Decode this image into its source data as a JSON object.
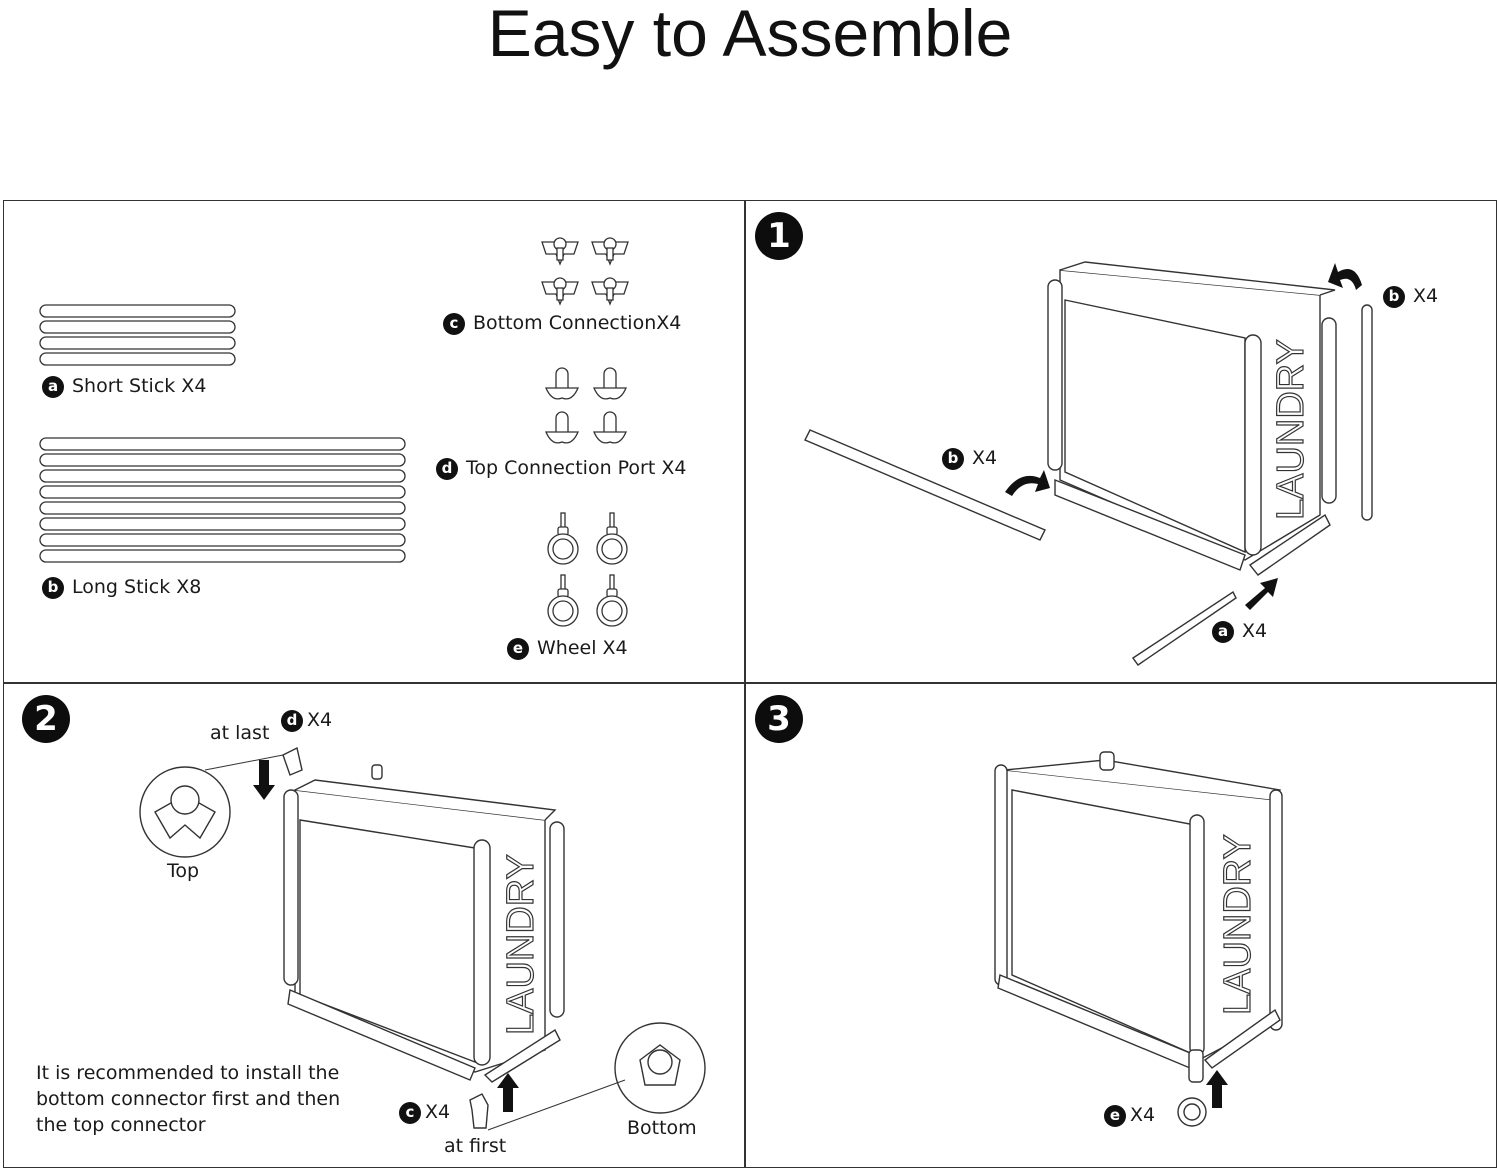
{
  "title": "Easy to Assemble",
  "parts": {
    "a": {
      "badge": "a",
      "label": "Short Stick X4"
    },
    "b": {
      "badge": "b",
      "label": "Long Stick X8"
    },
    "c": {
      "badge": "c",
      "label": "Bottom ConnectionX4"
    },
    "d": {
      "badge": "d",
      "label": "Top Connection Port X4"
    },
    "e": {
      "badge": "e",
      "label": "Wheel X4"
    }
  },
  "steps": {
    "step1": {
      "number": "1",
      "b_badge": "b",
      "b_left_qty": "X4",
      "b_right_qty": "X4",
      "a_badge": "a",
      "a_qty": "X4",
      "laundry_text": "LAUNDRY"
    },
    "step2": {
      "number": "2",
      "d_badge": "d",
      "d_qty": "X4",
      "at_last": "at last",
      "top_label": "Top",
      "c_badge": "c",
      "c_qty": "X4",
      "at_first": "at first",
      "bottom_label": "Bottom",
      "note": "It is recommended to install the bottom connector first and then the top connector",
      "laundry_text": "LAUNDRY"
    },
    "step3": {
      "number": "3",
      "e_badge": "e",
      "e_qty": "X4",
      "laundry_text": "LAUNDRY"
    }
  }
}
